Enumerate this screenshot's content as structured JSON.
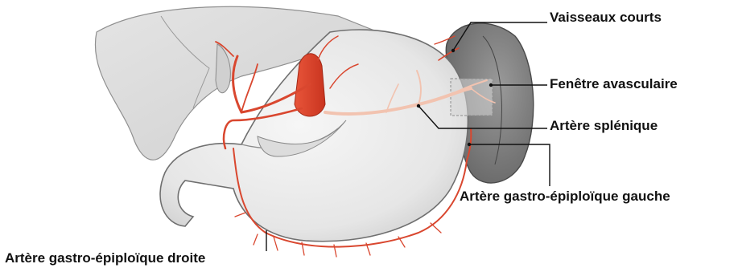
{
  "labels": {
    "short_vessels": "Vaisseaux courts",
    "avascular_window": "Fenêtre avasculaire",
    "splenic_artery": "Artère splénique",
    "left_gastroepiploic": "Artère gastro-épiploïque gauche",
    "right_gastroepiploic": "Artère gastro-épiploïque droite"
  },
  "colors": {
    "artery": "#d9472f",
    "artery_light": "#f2c3b0",
    "stomach": "#e9e9e9",
    "spleen": "#7d7d7d",
    "liver": "#d8d8d8",
    "outline": "#777777"
  }
}
